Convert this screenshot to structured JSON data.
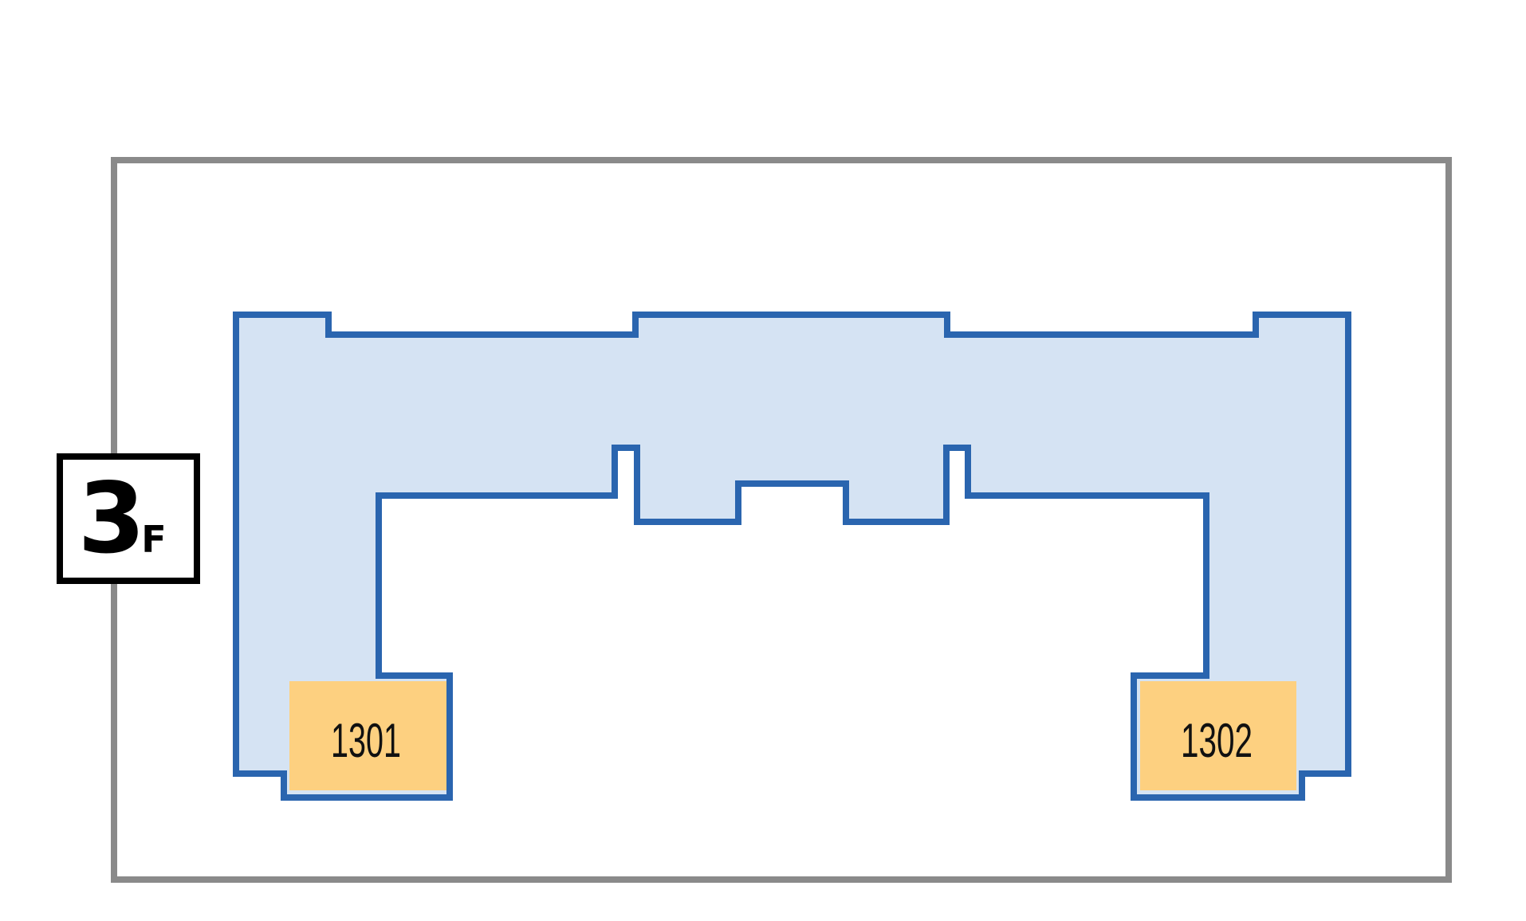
{
  "floor_badge": {
    "number": "3",
    "suffix": "F"
  },
  "rooms": [
    {
      "id": "1301",
      "label": "1301"
    },
    {
      "id": "1302",
      "label": "1302"
    }
  ],
  "colors": {
    "site_border": "#8a8a8a",
    "building_fill": "#d5e3f3",
    "building_outline": "#2a65af",
    "room_fill": "#fdd080",
    "badge_border": "#000000",
    "background": "#ffffff"
  }
}
